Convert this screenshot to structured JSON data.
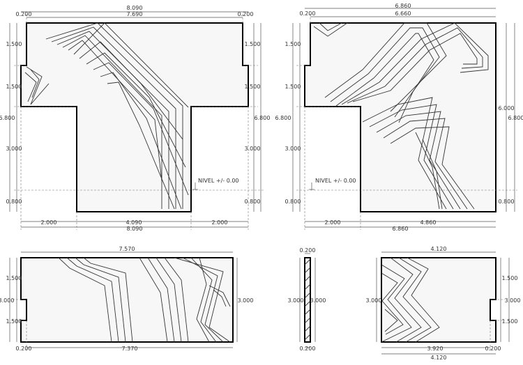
{
  "panels": {
    "p1": {
      "top_total": "8.090",
      "top_inner": "7.690",
      "top_left": "0.200",
      "top_right": "0.200",
      "left_a": "1.500",
      "left_b": "1.500",
      "left_c": "3.000",
      "left_d": "0.800",
      "left_total": "6.800",
      "right_a": "1.500",
      "right_b": "1.500",
      "right_c": "3.000",
      "right_d": "0.800",
      "right_total": "6.800",
      "bottom_a": "2.000",
      "bottom_b": "4.090",
      "bottom_c": "2.000",
      "bottom_total": "8.090",
      "level": "NIVEL +/- 0.00"
    },
    "p2": {
      "top_total": "6.860",
      "top_inner": "6.660",
      "top_left": "0.200",
      "left_a": "1.500",
      "left_b": "1.500",
      "left_c": "3.000",
      "left_d": "0.800",
      "left_total": "6.800",
      "right_a": "6.000",
      "right_b": "0.800",
      "right_total": "6.800",
      "bottom_a": "2.000",
      "bottom_b": "4.860",
      "bottom_total": "6.860",
      "level": "NIVEL +/- 0.00"
    },
    "p3": {
      "top": "7.570",
      "left_a": "1.500",
      "left_b": "3.000",
      "left_c": "1.500",
      "right": "3.000",
      "bottom": "7.370",
      "bottom_left": "0.200"
    },
    "p4": {
      "top": "0.200",
      "left": "3.000",
      "right": "3.000",
      "bottom": "0.200"
    },
    "p5": {
      "top": "4.120",
      "left": "3.000",
      "right_a": "1.500",
      "right_b": "3.000",
      "right_c": "1.500",
      "bottom": "3.920",
      "bottom_right": "0.200",
      "bottom_total": "4.120"
    }
  }
}
